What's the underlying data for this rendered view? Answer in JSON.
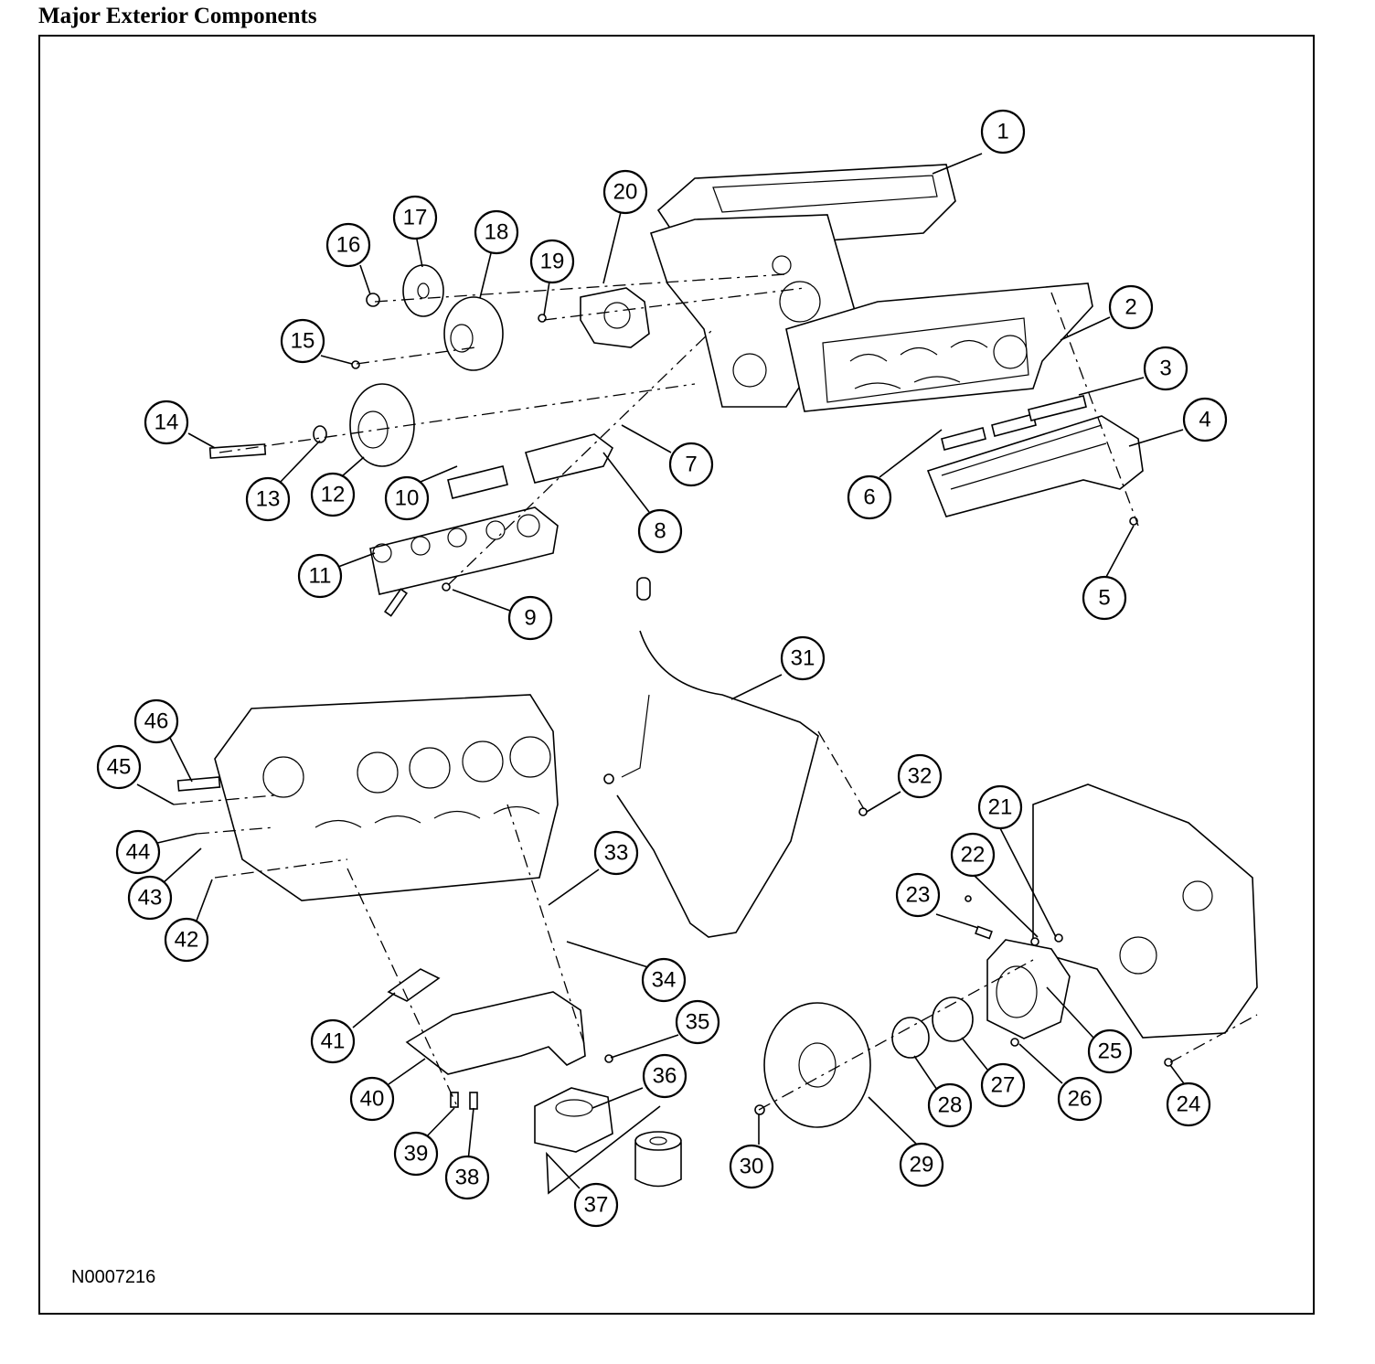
{
  "title": "Major Exterior Components",
  "figure_id": "N0007216",
  "callouts": [
    "1",
    "2",
    "3",
    "4",
    "5",
    "6",
    "7",
    "8",
    "9",
    "10",
    "11",
    "12",
    "13",
    "14",
    "15",
    "16",
    "17",
    "18",
    "19",
    "20",
    "21",
    "22",
    "23",
    "24",
    "25",
    "26",
    "27",
    "28",
    "29",
    "30",
    "31",
    "32",
    "33",
    "34",
    "35",
    "36",
    "37",
    "38",
    "39",
    "40",
    "41",
    "42",
    "43",
    "44",
    "45",
    "46"
  ]
}
